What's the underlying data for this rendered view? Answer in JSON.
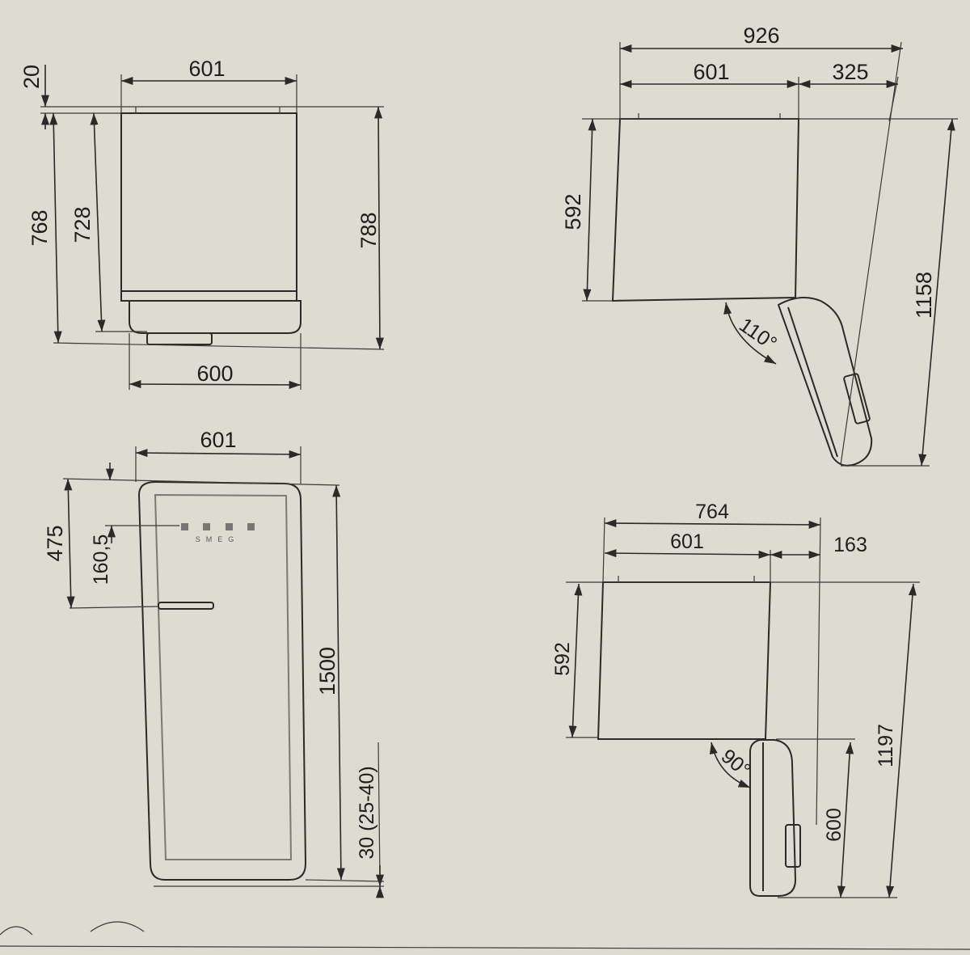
{
  "colors": {
    "paper": "#dedbd0",
    "ink": "#2a2a2a"
  },
  "side_view": {
    "top_offset": "20",
    "top_width": "601",
    "height_total": "768",
    "height_body": "728",
    "height_with_handle": "788",
    "bottom_width": "600"
  },
  "top_view_110": {
    "total_width": "926",
    "body_width": "601",
    "door_extension": "325",
    "depth": "592",
    "total_depth": "1158",
    "angle": "110°"
  },
  "front_view": {
    "width": "601",
    "brand_text": "SMEG",
    "top_to_handle": "475",
    "top_to_logo": "160,5",
    "height": "1500",
    "feet": "30 (25-40)"
  },
  "top_view_90": {
    "total_width": "764",
    "body_width": "601",
    "door_extension": "163",
    "depth": "592",
    "total_depth": "1197",
    "door_depth": "600",
    "angle": "90°"
  }
}
